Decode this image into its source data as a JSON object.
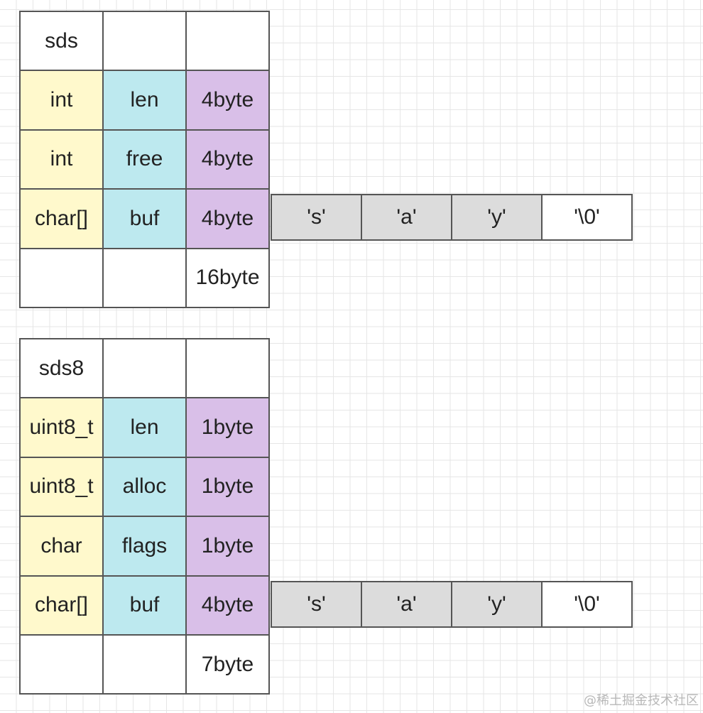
{
  "diagram": {
    "structs": [
      {
        "id": "sds",
        "rows": [
          {
            "type": "sds",
            "name": "",
            "size": ""
          },
          {
            "type": "int",
            "name": "len",
            "size": "4byte"
          },
          {
            "type": "int",
            "name": "free",
            "size": "4byte"
          },
          {
            "type": "char[]",
            "name": "buf",
            "size": "4byte"
          },
          {
            "type": "",
            "name": "",
            "size": "16byte"
          }
        ]
      },
      {
        "id": "sds8",
        "rows": [
          {
            "type": "sds8",
            "name": "",
            "size": ""
          },
          {
            "type": "uint8_t",
            "name": "len",
            "size": "1byte"
          },
          {
            "type": "uint8_t",
            "name": "alloc",
            "size": "1byte"
          },
          {
            "type": "char",
            "name": "flags",
            "size": "1byte"
          },
          {
            "type": "char[]",
            "name": "buf",
            "size": "4byte"
          },
          {
            "type": "",
            "name": "",
            "size": "7byte"
          }
        ]
      }
    ],
    "buffers": [
      {
        "cells": [
          "'s'",
          "'a'",
          "'y'",
          "'\\0'"
        ]
      },
      {
        "cells": [
          "'s'",
          "'a'",
          "'y'",
          "'\\0'"
        ]
      }
    ]
  },
  "colors": {
    "type_fill": "#fff9cc",
    "name_fill": "#bde9ef",
    "size_fill": "#d9bfe8",
    "buffer_fill": "#dcdcdc",
    "terminator_fill": "#ffffff",
    "border": "#555555",
    "grid": "#e6e6e6"
  },
  "watermark": "@稀土掘金技术社区"
}
